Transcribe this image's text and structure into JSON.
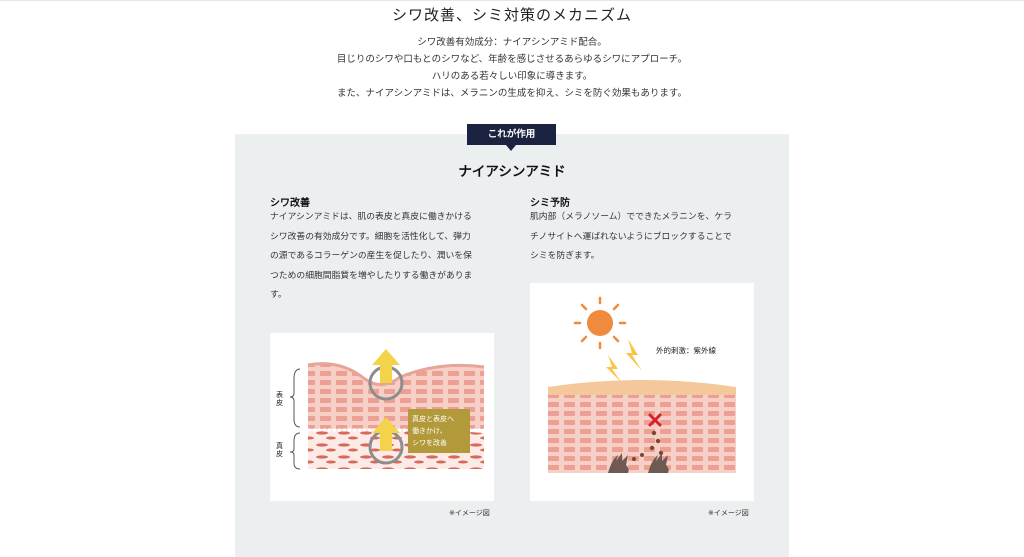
{
  "page": {
    "title": "シワ改善、シミ対策のメカニズム",
    "intro": [
      "シワ改善有効成分：ナイアシンアミド配合。",
      "目じりのシワや口もとのシワなど、年齢を感じさせるあらゆるシワにアプローチ。",
      "ハリのある若々しい印象に導きます。",
      "また、ナイアシンアミドは、メラニンの生成を抑え、シミを防ぐ効果もあります。"
    ]
  },
  "panel": {
    "tag": "これが作用",
    "title": "ナイアシンアミド",
    "left": {
      "heading": "シワ改善",
      "body": [
        "ナイアシンアミドは、肌の表皮と真皮に働きかける",
        "シワ改善の有効成分です。細胞を活性化して、弾力",
        "の源であるコラーゲンの産生を促したり、潤いを保",
        "つための細胞間脂質を増やしたりする働きがありま",
        "す。"
      ],
      "illustration": {
        "label_epidermis": "表皮",
        "label_dermis": "真皮",
        "callout": [
          "真皮と表皮へ",
          "働きかけ、",
          "シワを改善"
        ]
      },
      "note": "※イメージ図"
    },
    "right": {
      "heading": "シミ予防",
      "body": [
        "肌内部（メラノソーム）でできたメラニンを、ケラ",
        "チノサイトへ運ばれないようにブロックすることで",
        "シミを防ぎます。"
      ],
      "illustration": {
        "uv_label": "外的刺激：紫外線"
      },
      "note": "※イメージ図"
    }
  },
  "colors": {
    "navy": "#1b2340",
    "panel_bg": "#eceff0",
    "skin_pink": "#f2b9ad",
    "sun_orange": "#f08a3c",
    "bolt_yellow": "#f6c744",
    "callout_olive": "#b29a3a"
  }
}
